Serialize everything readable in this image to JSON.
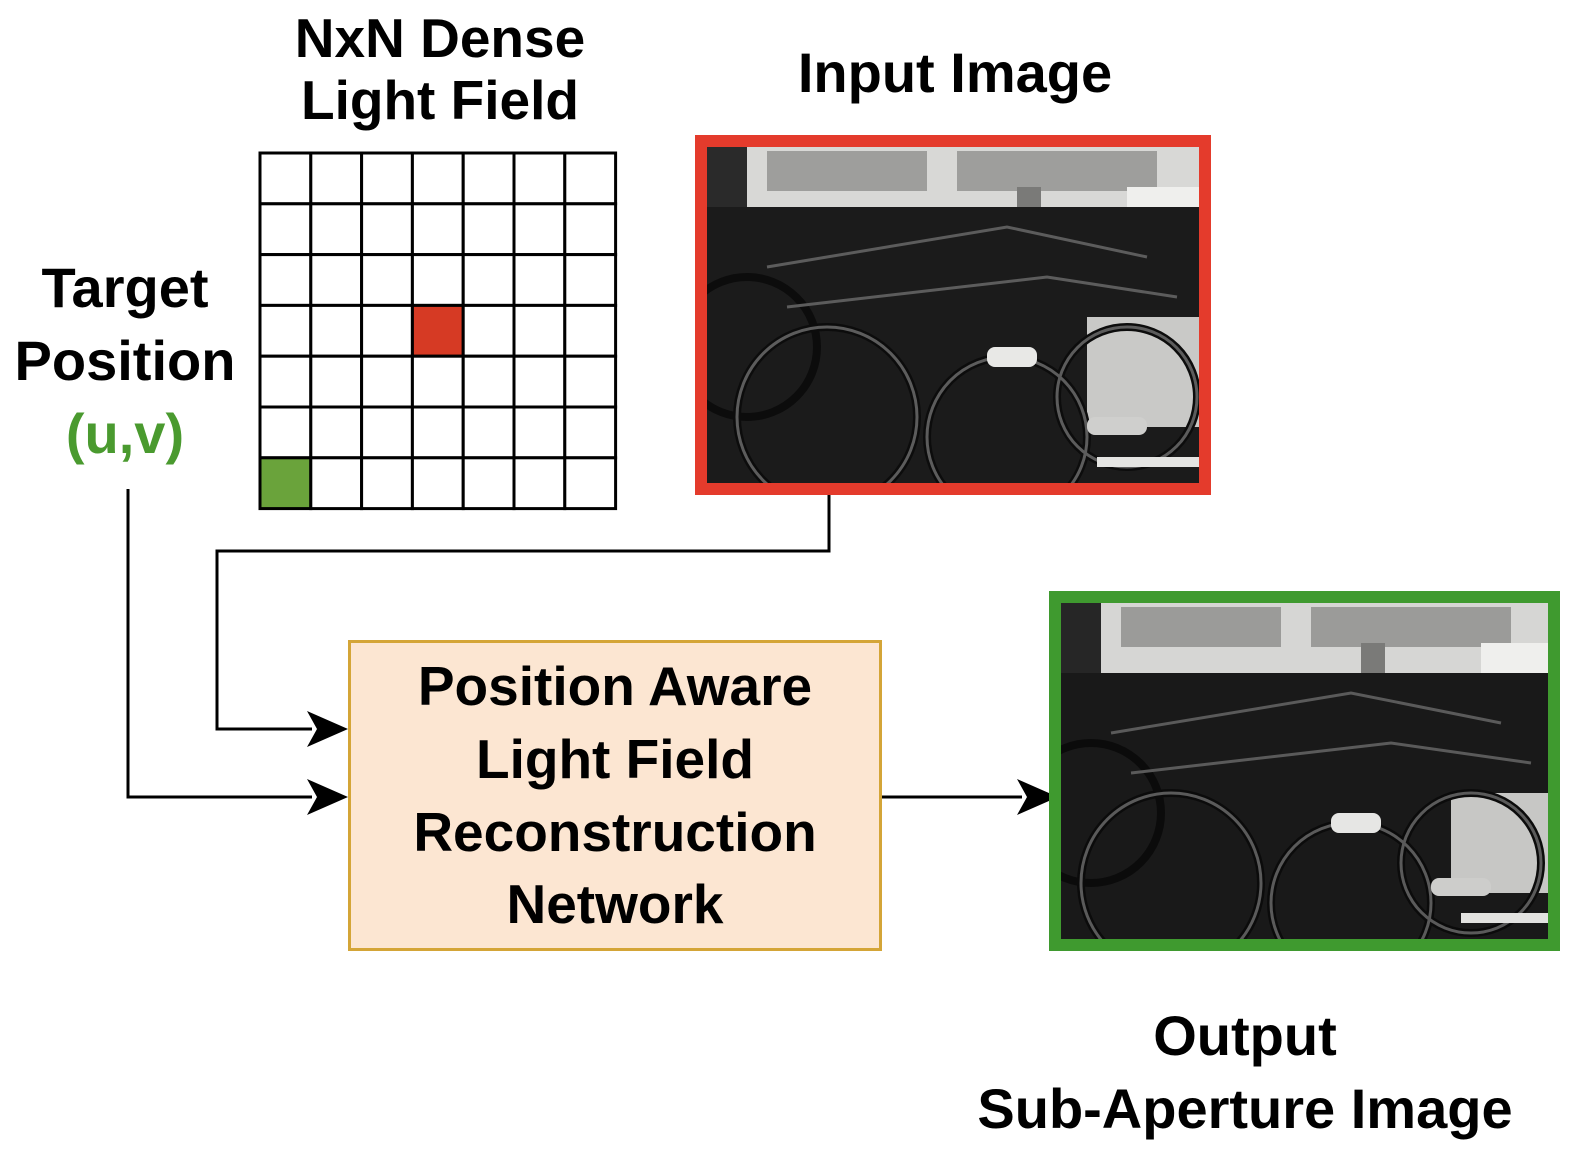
{
  "grid_title": [
    "NxN Dense",
    "Light Field"
  ],
  "input_title": "Input Image",
  "target_label": [
    "Target",
    "Position"
  ],
  "target_coord": "(u,v)",
  "network_label": [
    "Position Aware",
    "Light Field",
    "Reconstruction",
    "Network"
  ],
  "output_label": [
    "Output",
    "Sub-Aperture Image"
  ],
  "grid": {
    "size": 7,
    "highlight_input": {
      "row": 3,
      "col": 3,
      "color": "#d63a24"
    },
    "highlight_target": {
      "row": 6,
      "col": 0,
      "color": "#6aa33b"
    }
  },
  "colors": {
    "input_frame": "#e43b2c",
    "output_frame": "#3f9a2f",
    "coord_text": "#4a9a2f",
    "network_fill": "#fce6d2",
    "network_border": "#d4a537"
  }
}
